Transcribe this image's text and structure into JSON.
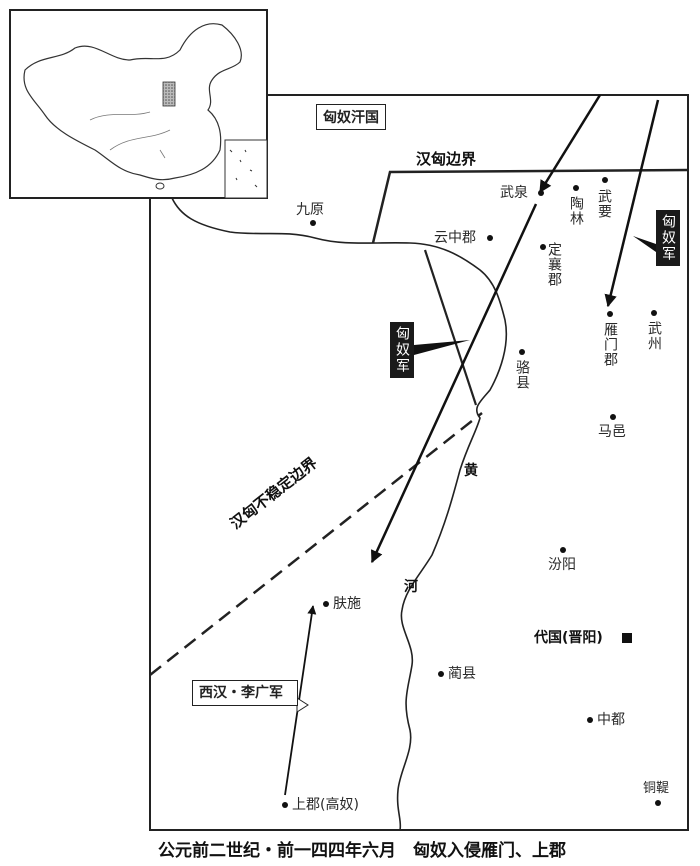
{
  "title": "公元前二世纪・前一四四年六月　匈奴入侵雁门、上郡",
  "regions": {
    "xiongnu_khanate": "匈奴汗国",
    "han_xiongnu_border": "汉匈边界",
    "unstable_border": "汉匈不稳定边界",
    "river_huang": "黄",
    "river_he": "河"
  },
  "armies": {
    "xiongnu_army_east": "匈奴军",
    "xiongnu_army_west": "匈奴军",
    "han_li_guang": "西汉・李广军"
  },
  "places": {
    "wuquan": "武泉",
    "taolin": "陶林",
    "wuyao": "武要",
    "jiuyuan": "九原",
    "yunzhong": "云中郡",
    "dingxiang": "定襄郡",
    "yanmen": "雁门郡",
    "wuzhou": "武州",
    "luoxian": "骆县",
    "mayi": "马邑",
    "fenyang": "汾阳",
    "daiguo": "代国(晋阳)",
    "fushi": "肤施",
    "linxian": "蔺县",
    "zhongdu": "中都",
    "shangjun": "上郡(高奴)",
    "tongdi": "铜鞮"
  }
}
